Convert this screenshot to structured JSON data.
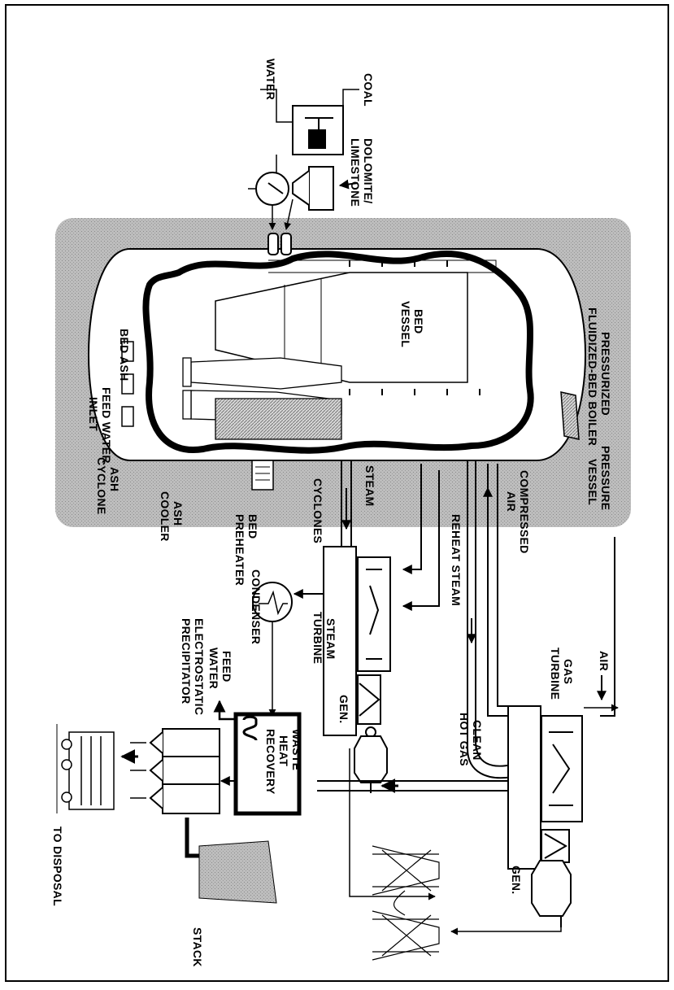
{
  "diagram": {
    "colors": {
      "shell_fill": "#b9b9b9",
      "ink": "#000000",
      "paper": "#ffffff",
      "stack_fill": "#8c8c8c"
    },
    "labels": {
      "coal": "COAL",
      "water": "WATER",
      "dolomite": "DOLOMITE/",
      "limestone": "LIMESTONE",
      "pfb_line1": "PRESSURIZED",
      "pfb_line2": "FLUIDIZED-BED BOILER",
      "pressure_line1": "PRESSURE",
      "pressure_line2": "VESSEL",
      "bed_line1": "BED",
      "bed_line2": "VESSEL",
      "compressed": "COMPRESSED",
      "air_short": "AIR",
      "steam": "STEAM",
      "reheat_steam": "REHEAT STEAM",
      "cyclones": "CYCLONES",
      "bed_ash": "BED ASH",
      "feed_water_inlet_1": "FEED WATER",
      "feed_water_inlet_2": "INLET",
      "cyclone_ash_1": "CYCLONE",
      "cyclone_ash_2": "ASH",
      "ash_cooler_1": "ASH",
      "ash_cooler_2": "COOLER",
      "bed_preheater_1": "BED",
      "bed_preheater_2": "PREHEATER",
      "condenser": "CONDENSER",
      "steam_turbine_1": "STEAM",
      "steam_turbine_2": "TURBINE",
      "gen_1": "GEN.",
      "gen_2": "GEN.",
      "gas_turbine_1": "GAS",
      "gas_turbine_2": "TURBINE",
      "air": "AIR",
      "clean_hot_gas_1": "CLEAN",
      "clean_hot_gas_2": "HOT GAS",
      "feed_water_1": "FEED",
      "feed_water_2": "WATER",
      "esp_1": "ELECTROSTATIC",
      "esp_2": "PRECIPITATOR",
      "whr_1": "WASTE",
      "whr_2": "HEAT",
      "whr_3": "RECOVERY",
      "to_disposal": "TO DISPOSAL",
      "stack": "STACK"
    }
  }
}
